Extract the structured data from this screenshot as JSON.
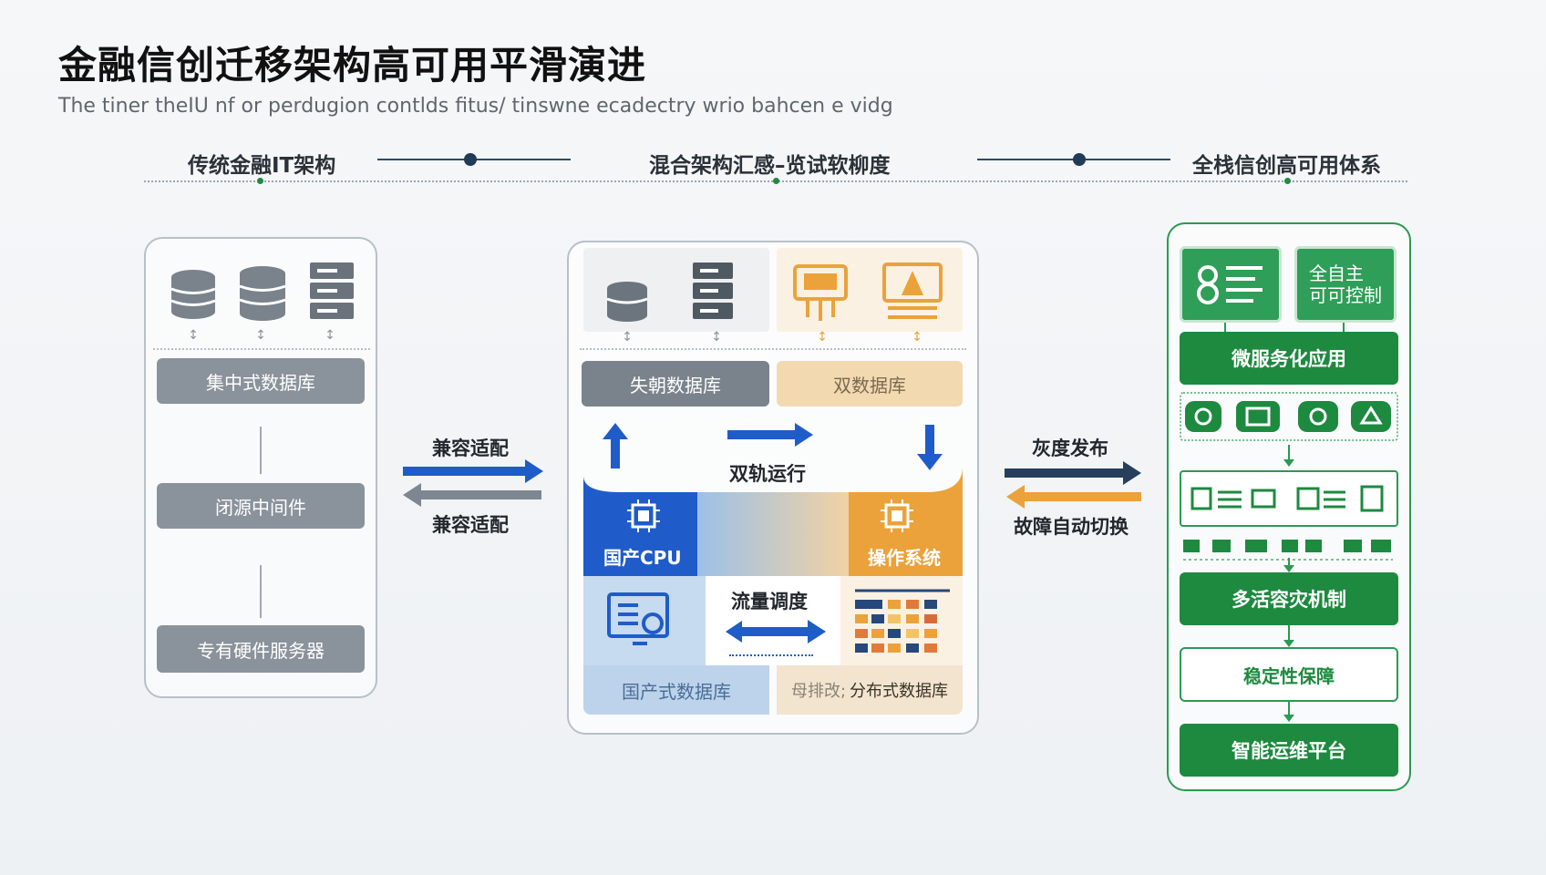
{
  "header": {
    "title": "金融信创迁移架构高可用平滑演进",
    "subtitle": "The tiner theIU nf or perdugion  contlds fitus/ tinswne ecadectry wrio bahcen e vidg"
  },
  "timeline": {
    "stages": [
      "传统金融IT架构",
      "混合架构汇感–览试软柳度",
      "全栈信创高可用体系"
    ]
  },
  "left_panel": {
    "boxes": [
      "集中式数据库",
      "闭源中间件",
      "专有硬件服务器"
    ]
  },
  "transition_left": {
    "top_label": "兼容适配",
    "bottom_label": "兼容适配"
  },
  "middle_panel": {
    "db_left": "失朝数据库",
    "db_right": "双数据库",
    "dual_track": "双轨运行",
    "cpu_label": "国产CPU",
    "os_label": "操作系统",
    "flow_label": "流量调度",
    "db_bottom_left": "国产式数据库",
    "db_bottom_right_prefix": "母排改;",
    "db_bottom_right": "分布式数据库"
  },
  "transition_right": {
    "top_label": "灰度发布",
    "bottom_label": "故障自动切换"
  },
  "right_panel": {
    "tile_top_right": "全自主\n可可控制",
    "microservice": "微服务化应用",
    "multi_active": "多活容灾机制",
    "stable": "稳定性保障",
    "ops": "智能运维平台"
  },
  "colors": {
    "blue": "#1f5cc9",
    "orange": "#eba23a",
    "green": "#1d8a3f",
    "navy": "#263f5c",
    "gray": "#8a929b"
  }
}
